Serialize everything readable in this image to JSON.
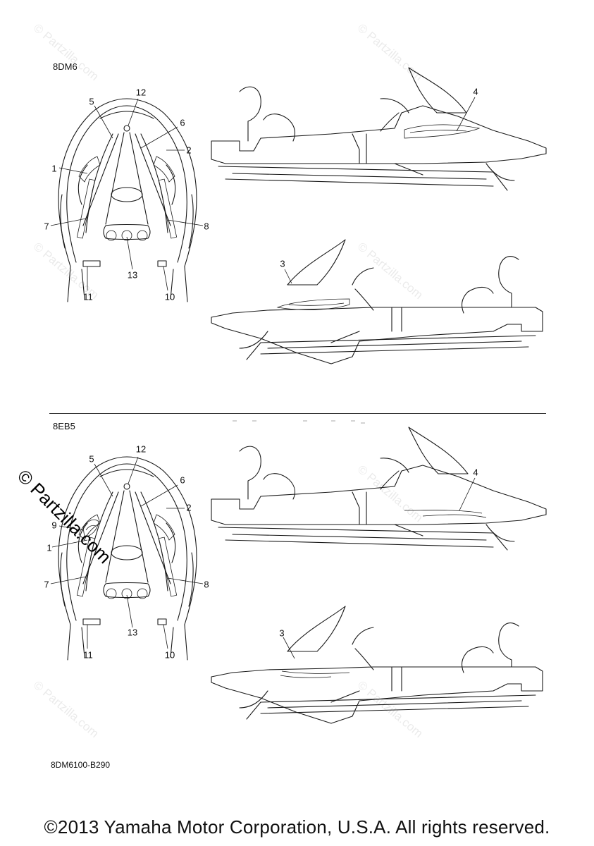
{
  "sections": [
    {
      "code": "8DM6",
      "callouts": [
        "12",
        "5",
        "6",
        "2",
        "1",
        "7",
        "8",
        "13",
        "11",
        "10",
        "4",
        "3"
      ]
    },
    {
      "code": "8EB5",
      "callouts": [
        "12",
        "5",
        "6",
        "2",
        "9",
        "1",
        "7",
        "8",
        "13",
        "11",
        "10",
        "4",
        "3"
      ]
    }
  ],
  "drawing_code": "8DM6100-B290",
  "copyright": "©2013 Yamaha Motor Corporation, U.S.A. All rights reserved.",
  "watermark": "© Partzilla.com"
}
